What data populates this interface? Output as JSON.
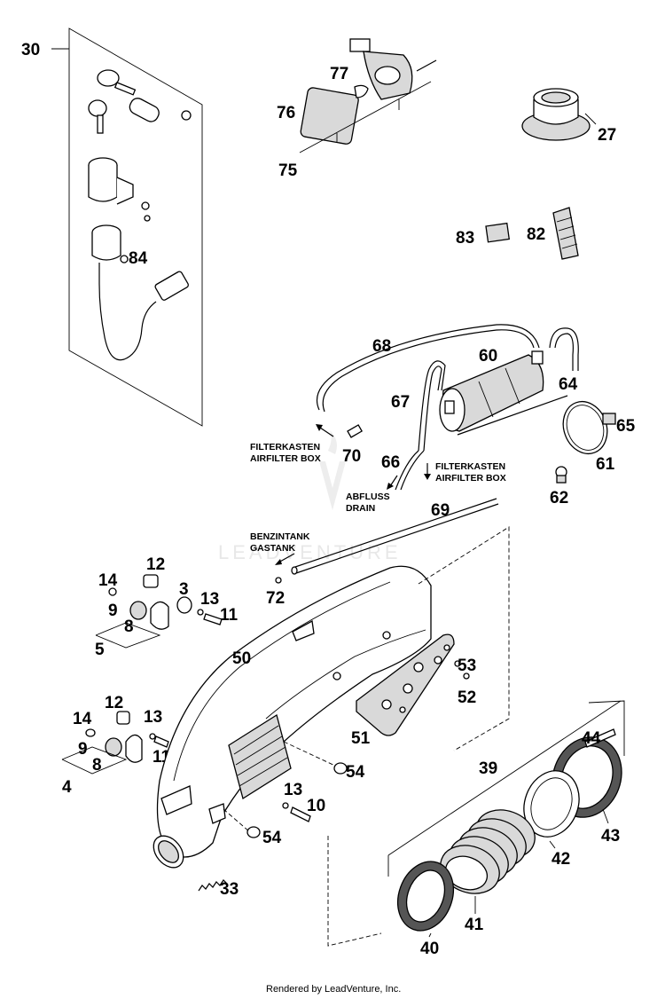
{
  "labels": {
    "l30": "30",
    "l77": "77",
    "l76": "76",
    "l75": "75",
    "l27": "27",
    "l84": "84",
    "l83": "83",
    "l82": "82",
    "l68": "68",
    "l60": "60",
    "l67": "67",
    "l64": "64",
    "l65": "65",
    "l70": "70",
    "l66": "66",
    "l61": "61",
    "l62": "62",
    "l69": "69",
    "l72": "72",
    "l14a": "14",
    "l12a": "12",
    "l3": "3",
    "l13a": "13",
    "l11a": "11",
    "l9a": "9",
    "l8a": "8",
    "l5": "5",
    "l50": "50",
    "l53": "53",
    "l52": "52",
    "l12b": "12",
    "l14b": "14",
    "l13b": "13",
    "l9b": "9",
    "l11b": "11",
    "l8b": "8",
    "l4": "4",
    "l51": "51",
    "l44": "44",
    "l39": "39",
    "l54a": "54",
    "l13c": "13",
    "l10": "10",
    "l54b": "54",
    "l43": "43",
    "l42": "42",
    "l33": "33",
    "l41": "41",
    "l40": "40"
  },
  "captions": {
    "filterkasten_1": "FILTERKASTEN",
    "airfilter_1": "AIRFILTER BOX",
    "filterkasten_2": "FILTERKASTEN",
    "airfilter_2": "AIRFILTER BOX",
    "abfluss": "ABFLUSS",
    "drain": "DRAIN",
    "benzintank": "BENZINTANK",
    "gastank": "GASTANK"
  },
  "watermark": "LEADVENTURE",
  "footer": "Rendered by LeadVenture, Inc."
}
